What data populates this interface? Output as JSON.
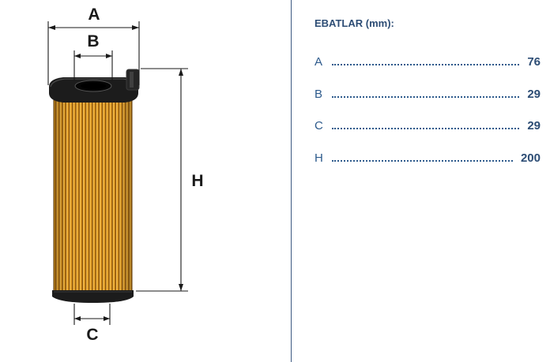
{
  "diagram": {
    "label_a": "A",
    "label_b": "B",
    "label_c": "C",
    "label_h": "H"
  },
  "specs": {
    "title": "EBATLAR (mm):",
    "rows": [
      {
        "key": "A",
        "value": "76"
      },
      {
        "key": "B",
        "value": "29"
      },
      {
        "key": "C",
        "value": "29"
      },
      {
        "key": "H",
        "value": "200"
      }
    ]
  },
  "colors": {
    "filter_paper": "#e8a328",
    "filter_pleat_dark": "#8a5208",
    "end_cap": "#1c1c1c",
    "accent_text": "#2d4d75",
    "divider": "#3d5a82"
  }
}
